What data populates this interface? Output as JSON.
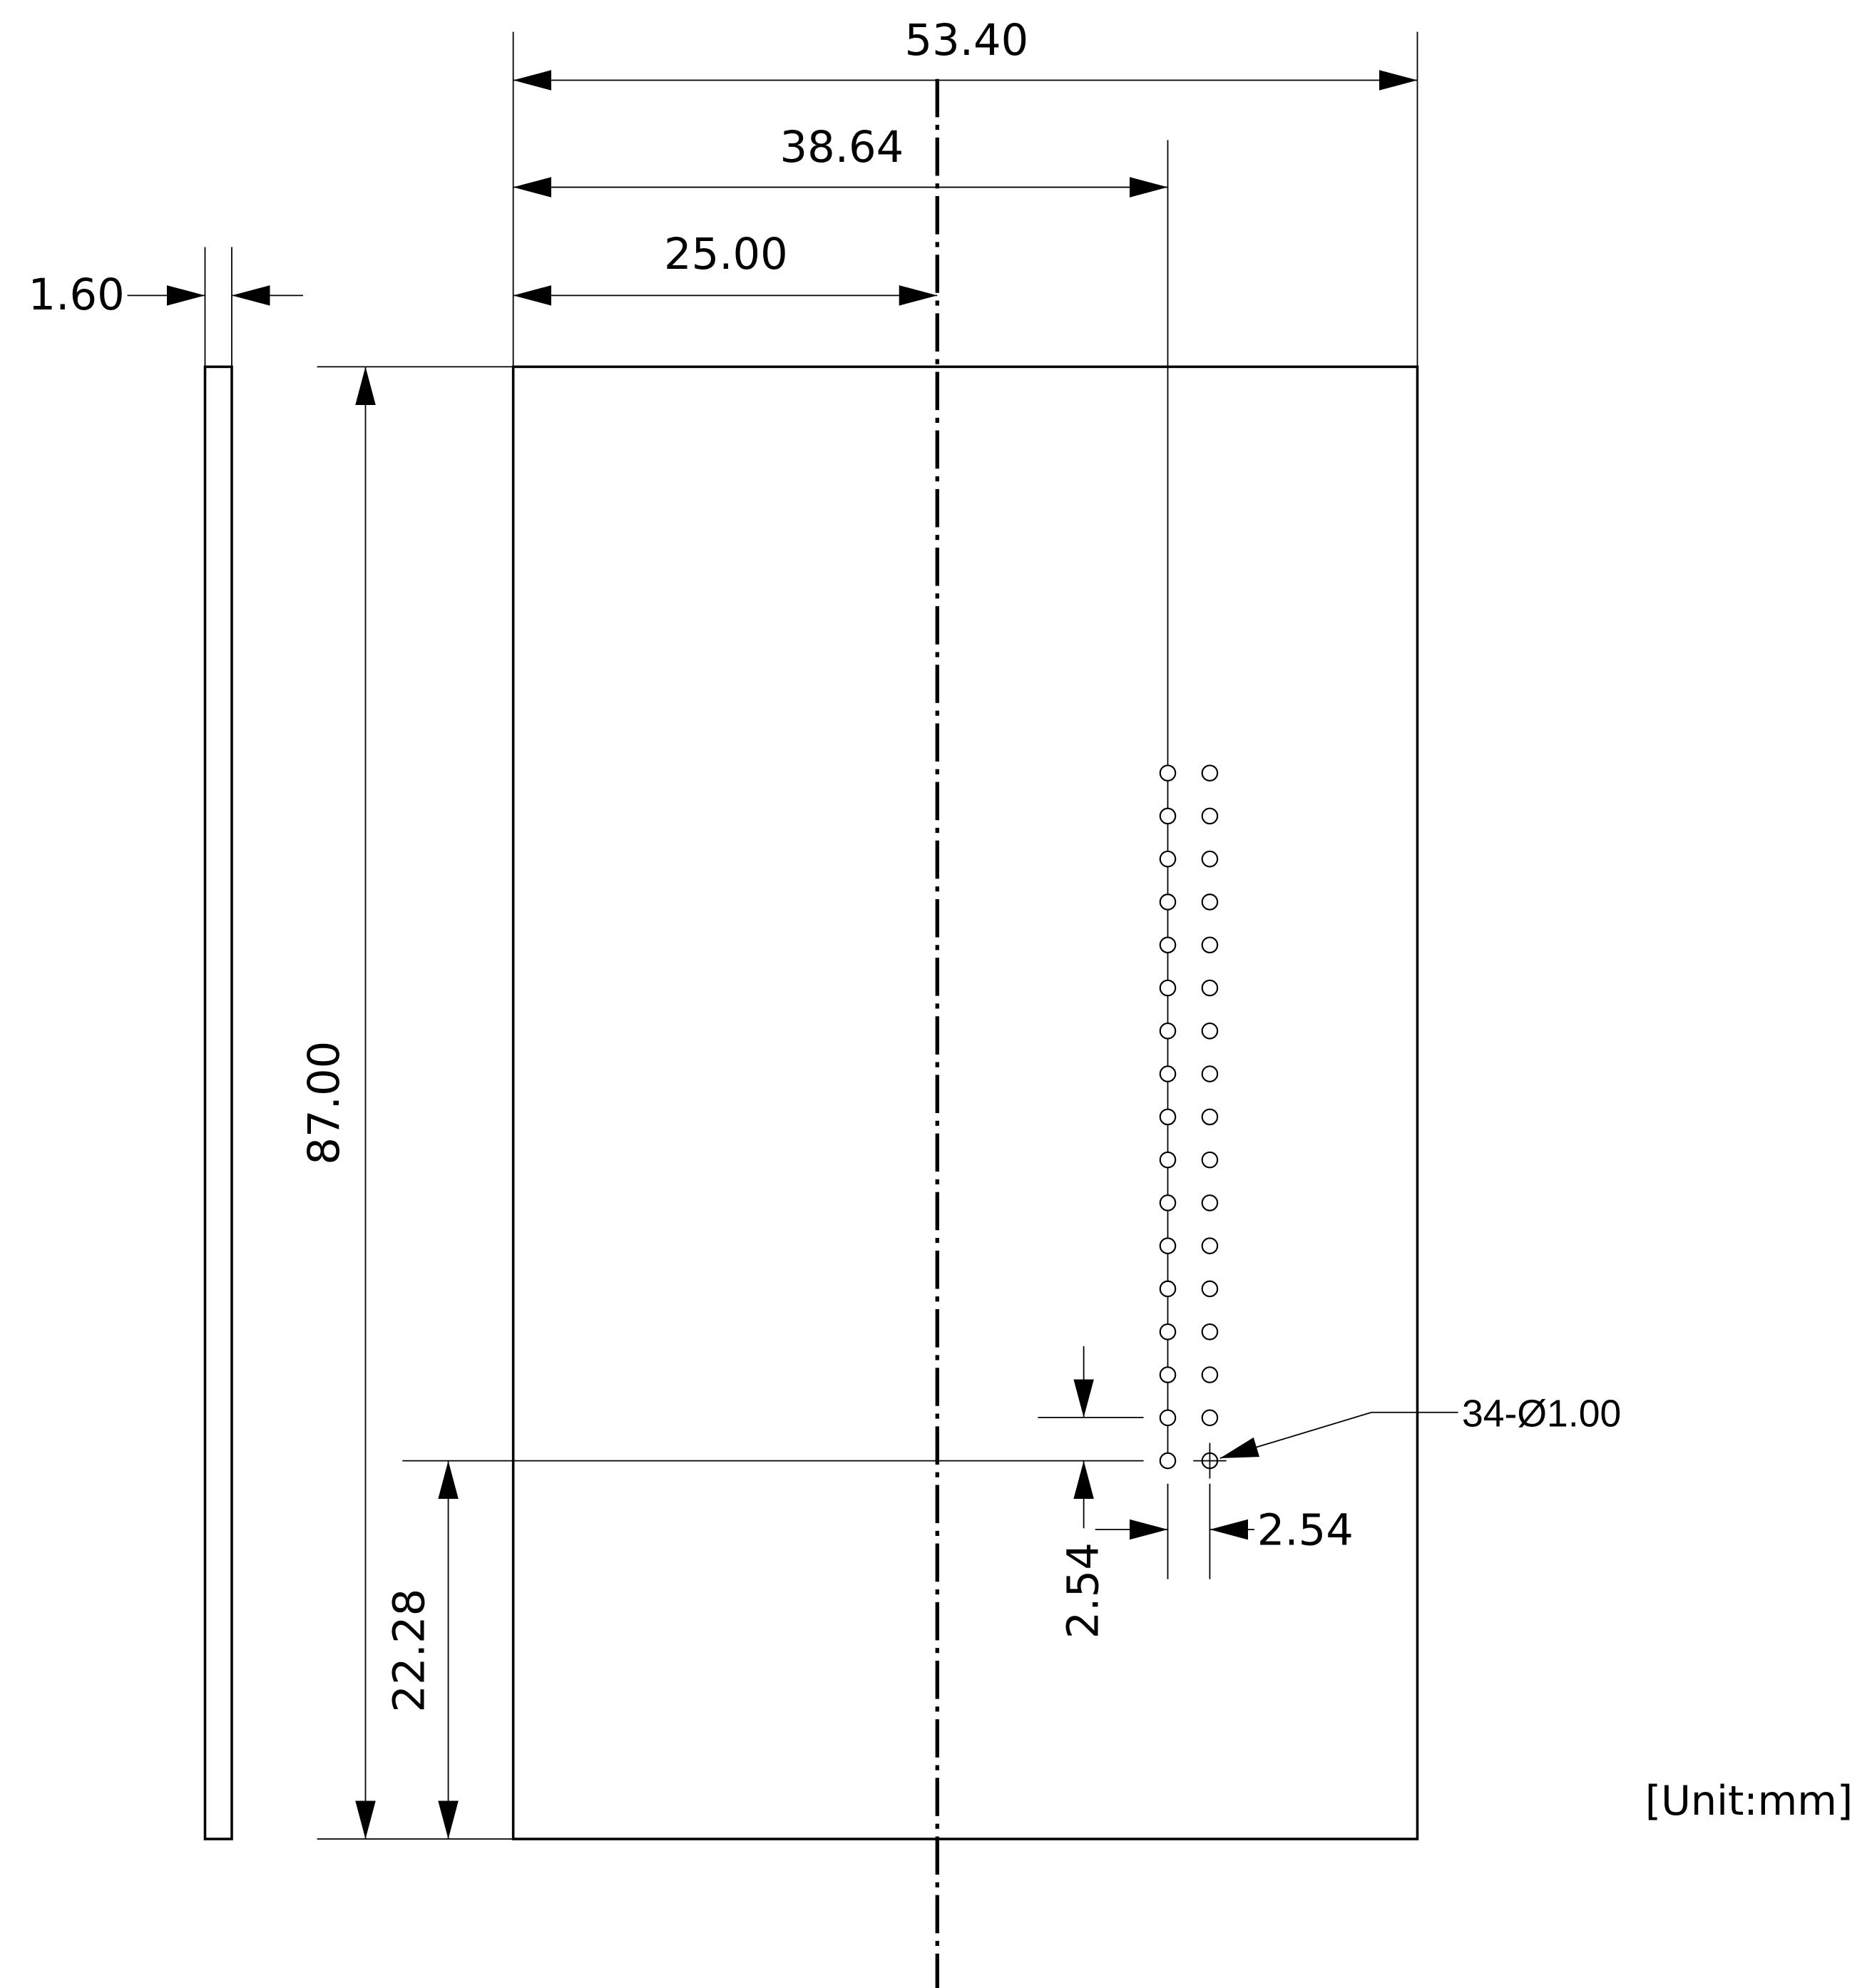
{
  "drawing": {
    "dimensions": {
      "overall_width": "53.40",
      "header_offset": "38.64",
      "centerline_offset": "25.00",
      "thickness": "1.60",
      "overall_length": "87.00",
      "header_height": "22.28",
      "pitch_vertical": "2.54",
      "pitch_horizontal": "2.54"
    },
    "hole_callout": "34-Ø1.00",
    "hole_count": 34,
    "hole_rows": 17,
    "hole_columns": 2,
    "unit_note": "[Unit:mm]"
  }
}
